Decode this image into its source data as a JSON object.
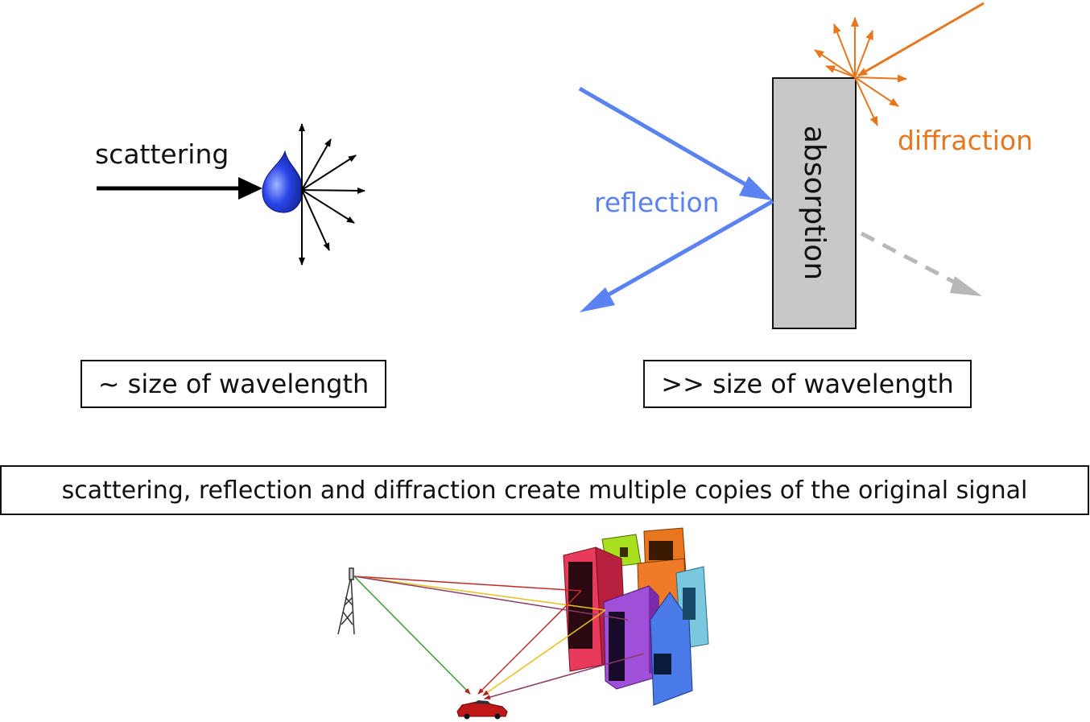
{
  "labels": {
    "scattering": "scattering",
    "reflection": "reflection",
    "diffraction": "diffraction",
    "absorption": "absorption"
  },
  "boxes": {
    "small_obstacle": "~ size of wavelength",
    "large_obstacle": ">> size of wavelength",
    "summary": "scattering, reflection and diffraction create multiple copies of the original signal"
  },
  "colors": {
    "reflection": "#5a82f0",
    "diffraction": "#e8761e",
    "transmission": "#b8b8b8",
    "wall": "#c8c8c8",
    "drop": "#2a3ee0",
    "path_red": "#c0282a",
    "path_yellow": "#e8c020",
    "path_purple": "#8a3a6a",
    "path_green": "#3a9a3a"
  }
}
